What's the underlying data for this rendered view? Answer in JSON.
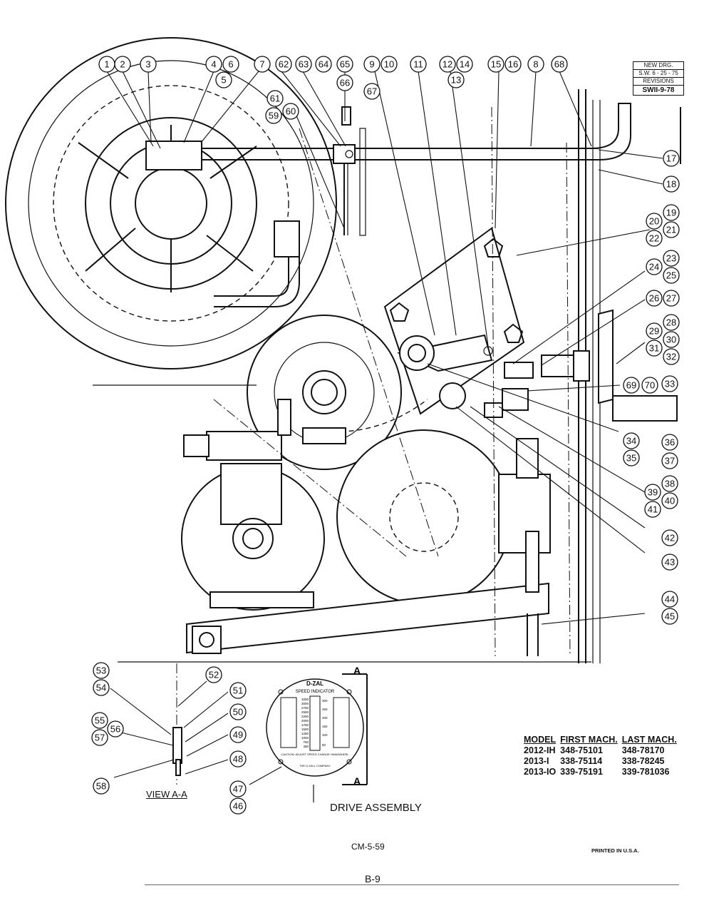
{
  "revisions": {
    "line1": "NEW DRG.",
    "line2": "S.W. 6 - 25 - 75",
    "line3": "REVISIONS",
    "line4": "SWII-9-78"
  },
  "callouts": [
    "1",
    "2",
    "3",
    "4",
    "6",
    "5",
    "7",
    "62",
    "63",
    "64",
    "65",
    "66",
    "9",
    "10",
    "11",
    "12",
    "14",
    "13",
    "15",
    "16",
    "8",
    "68",
    "67",
    "61",
    "59",
    "60",
    "17",
    "18",
    "19",
    "20",
    "21",
    "22",
    "23",
    "24",
    "25",
    "26",
    "27",
    "28",
    "29",
    "30",
    "31",
    "32",
    "69",
    "70",
    "33",
    "34",
    "35",
    "36",
    "37",
    "38",
    "39",
    "40",
    "41",
    "42",
    "43",
    "44",
    "45",
    "53",
    "52",
    "54",
    "51",
    "55",
    "56",
    "57",
    "50",
    "49",
    "48",
    "58",
    "47",
    "46"
  ],
  "view_label": "VIEW A-A",
  "section_marker": "A",
  "speed_indicator": {
    "brand": "D-ZAL",
    "title": "SPEED INDICATOR",
    "left_scale": [
      "3250",
      "3000",
      "2750",
      "2500",
      "2250",
      "2000",
      "1750",
      "1500",
      "1250",
      "1000",
      "750",
      "450"
    ],
    "right_scale": [
      "300",
      "250",
      "200",
      "150",
      "100",
      "50"
    ],
    "footer1": "CAUTION: ADJUST SPEED CHANGE HANDWHEEL",
    "footer2": "THE D-ZALL COMPANY"
  },
  "title": "DRIVE ASSEMBLY",
  "model_table": {
    "headers": [
      "MODEL",
      "FIRST MACH.",
      "LAST MACH."
    ],
    "rows": [
      [
        "2012-IH",
        "348-75101",
        "348-78170"
      ],
      [
        "2013-I",
        "338-75114",
        "338-78245"
      ],
      [
        "2013-IO",
        "339-75191",
        "339-781036"
      ]
    ]
  },
  "doc_code": "CM-5-59",
  "printed": "PRINTED IN U.S.A.",
  "page_number": "B-9"
}
